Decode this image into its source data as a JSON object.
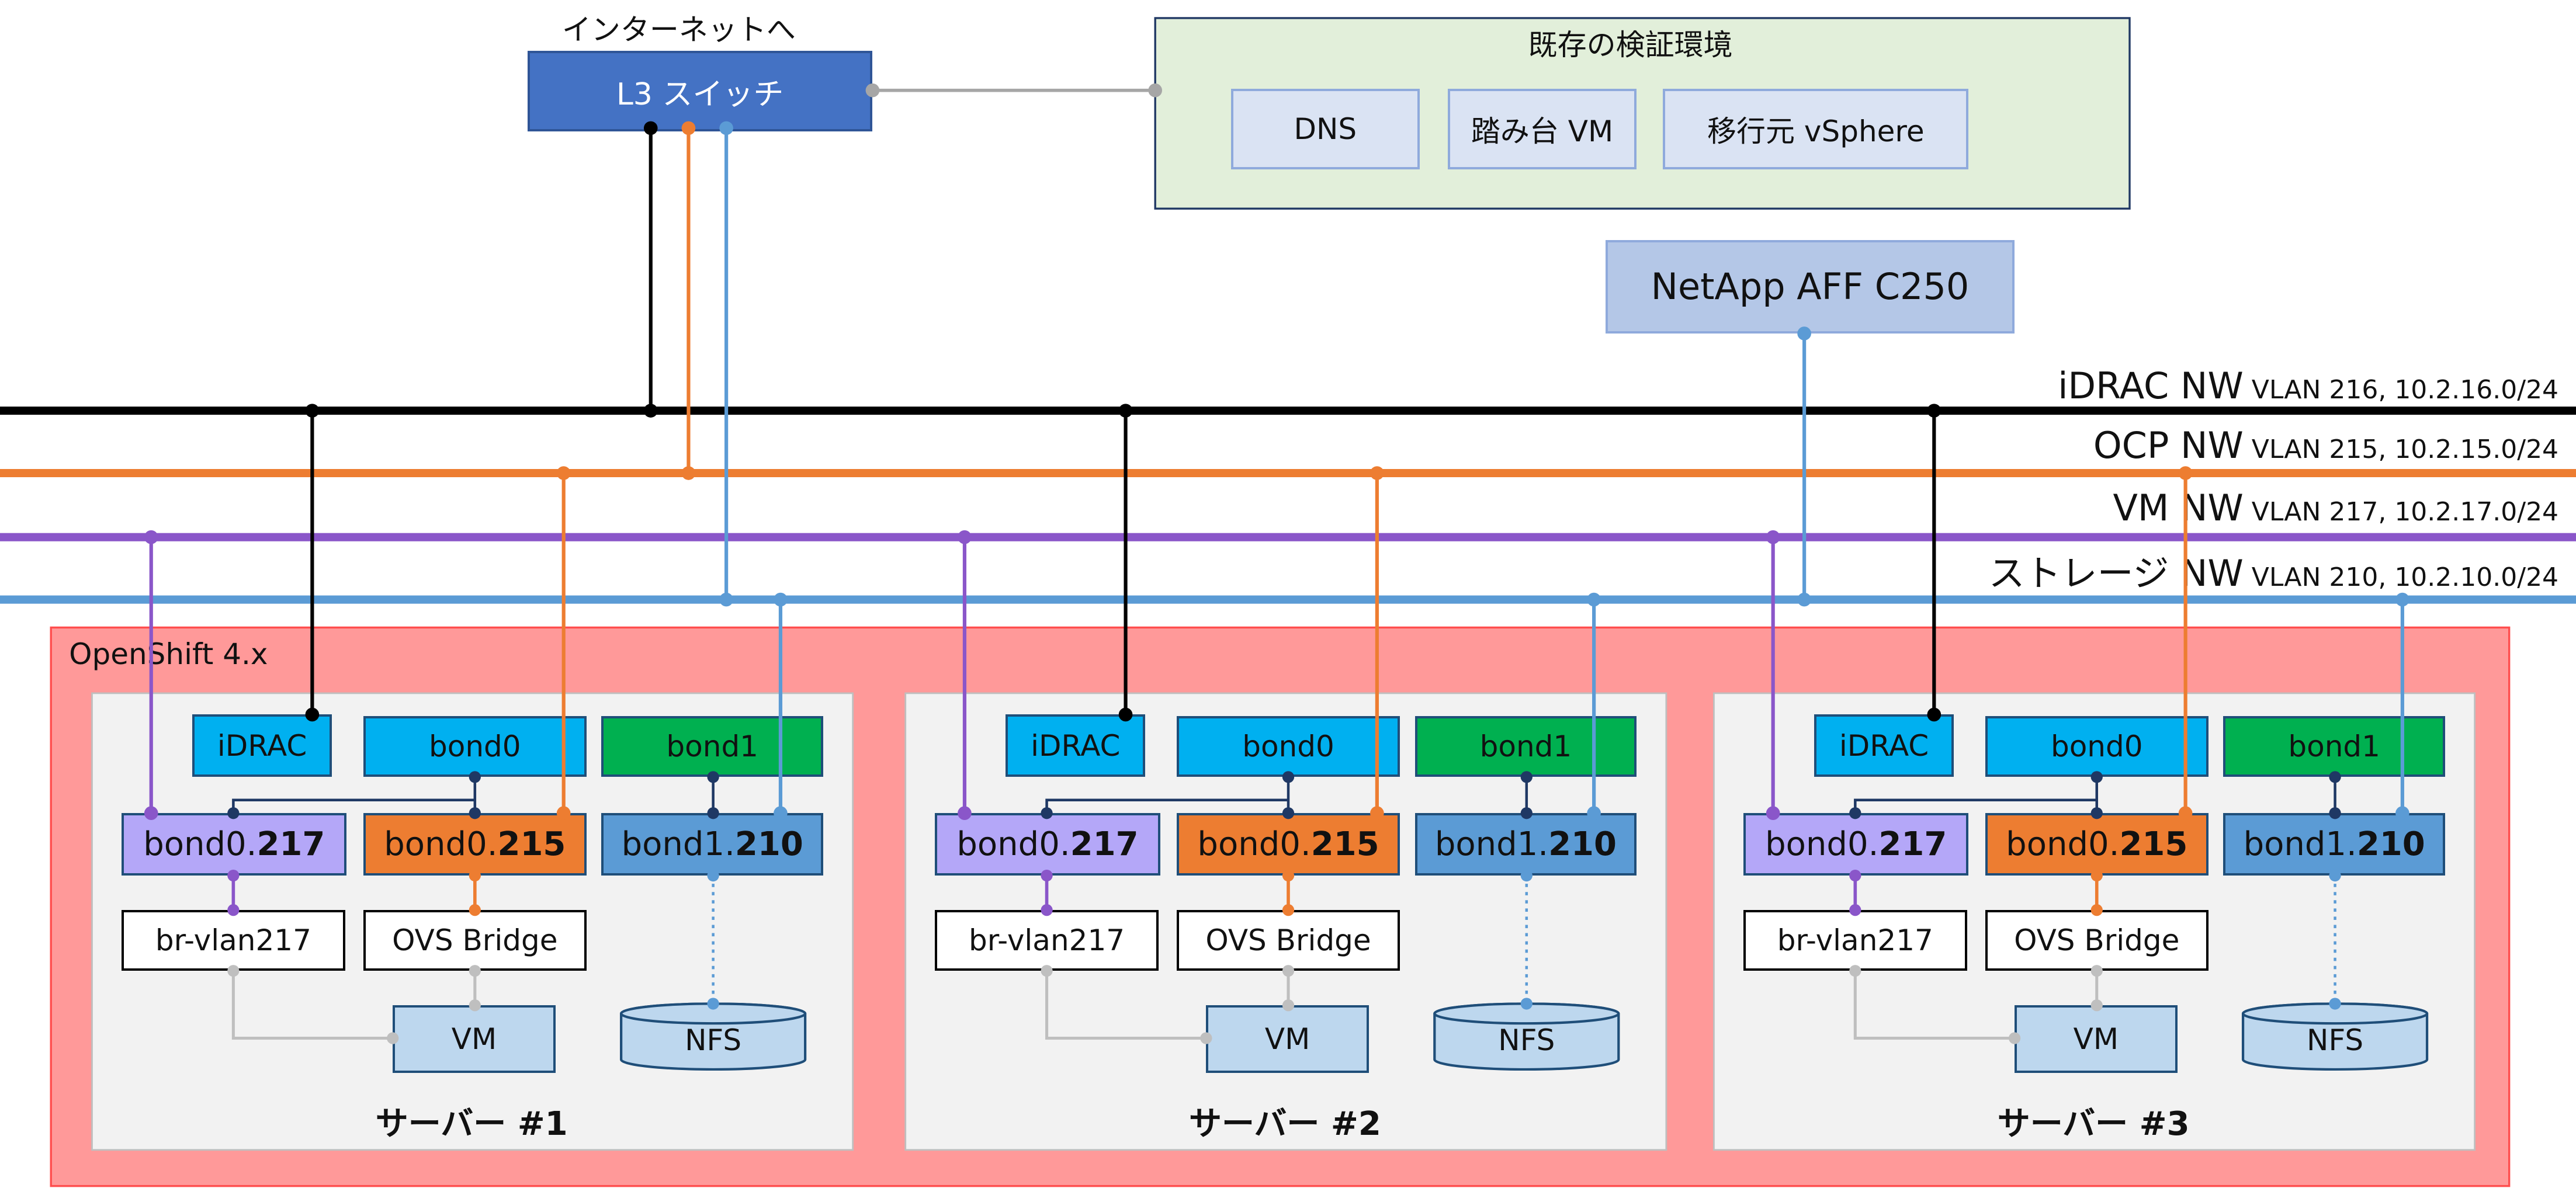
{
  "colors": {
    "idrac_line": "#000000",
    "ocp_line": "#ED7D31",
    "vm_line": "#8A56C9",
    "storage_line": "#5B9BD5",
    "l3_switch": "#4472C4",
    "existing_env_bg": "#E2EFDA",
    "openshift_bg": "#FF9999",
    "server_bg": "#F2F2F2",
    "idrac_port": "#00B0F0",
    "bond0": "#00B0F0",
    "bond1": "#00B050",
    "bond0_217": "#B4A7F8",
    "bond0_215": "#ED7D31",
    "bond1_210": "#5B9BD5",
    "vm_nfs": "#BDD7EE",
    "netapp": "#B4C7E7"
  },
  "internet_label": "インターネットへ",
  "l3_switch": "L3 スイッチ",
  "existing_env": {
    "title": "既存の検証環境",
    "items": [
      "DNS",
      "踏み台 VM",
      "移行元 vSphere"
    ]
  },
  "netapp": "NetApp AFF C250",
  "networks": [
    {
      "name": "iDRAC NW",
      "detail": "VLAN 216, 10.2.16.0/24",
      "color": "#000000"
    },
    {
      "name": "OCP NW",
      "detail": "VLAN 215, 10.2.15.0/24",
      "color": "#ED7D31"
    },
    {
      "name": "VM NW",
      "detail": "VLAN 217, 10.2.17.0/24",
      "color": "#8A56C9"
    },
    {
      "name": "ストレージ NW",
      "detail": "VLAN 210, 10.2.10.0/24",
      "color": "#5B9BD5"
    }
  ],
  "openshift_label": "OpenShift 4.x",
  "server_components": {
    "idrac": "iDRAC",
    "bond0": "bond0",
    "bond1": "bond1",
    "bond0_217_prefix": "bond0.",
    "bond0_217_vlan": "217",
    "bond0_215_prefix": "bond0.",
    "bond0_215_vlan": "215",
    "bond1_210_prefix": "bond1.",
    "bond1_210_vlan": "210",
    "br_vlan": "br-vlan217",
    "ovs_bridge": "OVS Bridge",
    "vm": "VM",
    "nfs": "NFS"
  },
  "servers": [
    {
      "name": "サーバー #1"
    },
    {
      "name": "サーバー #2"
    },
    {
      "name": "サーバー #3"
    }
  ]
}
